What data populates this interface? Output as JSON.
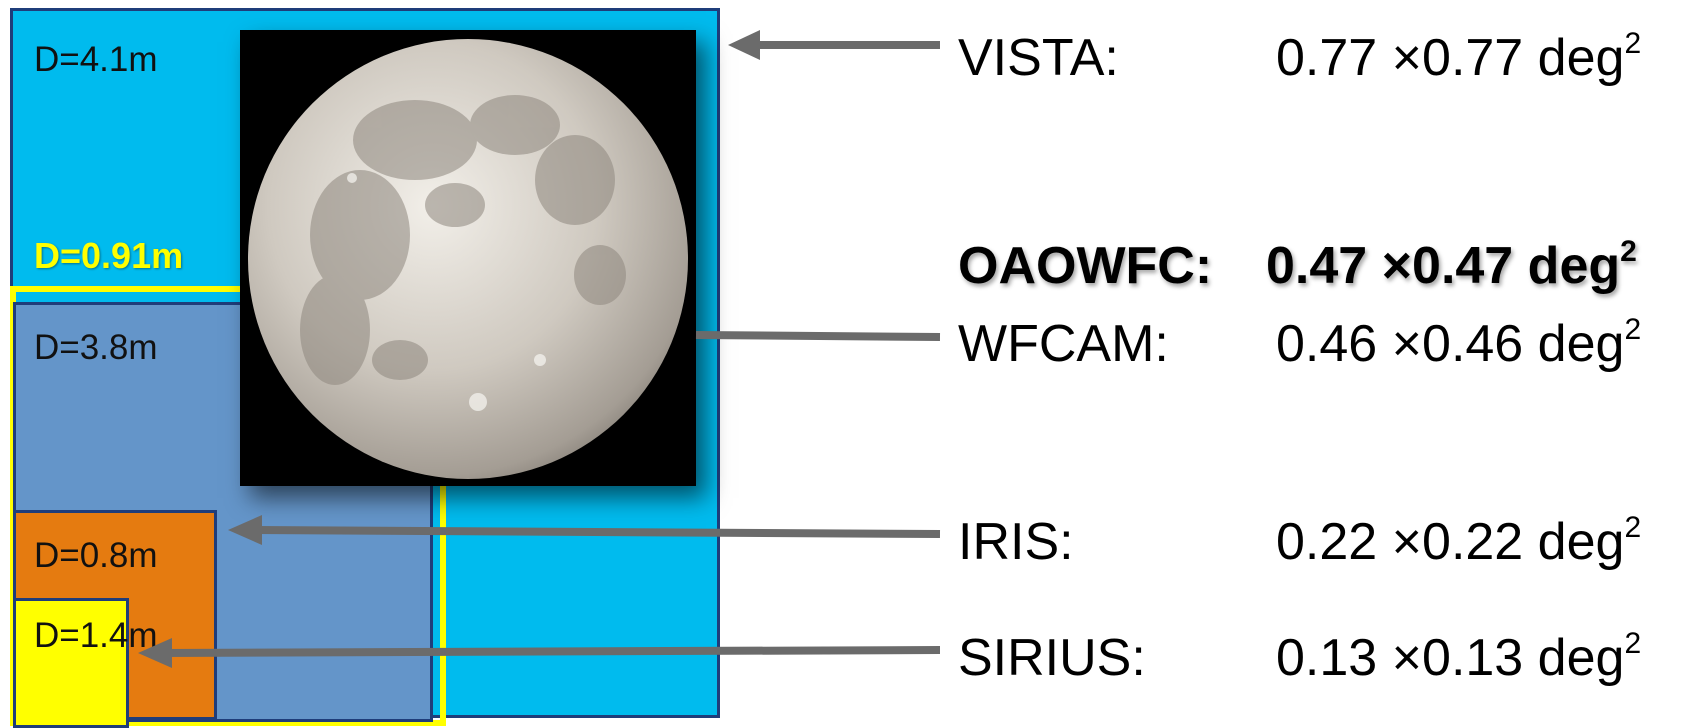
{
  "telescopes": [
    {
      "label": "D=4.1m"
    },
    {
      "label": "D=0.91m"
    },
    {
      "label": "D=3.8m"
    },
    {
      "label": "D=0.8m"
    },
    {
      "label": "D=1.4m"
    }
  ],
  "instruments": [
    {
      "name": "VISTA:",
      "fov": "0.77 ×0.77 deg",
      "unit_exp": "2"
    },
    {
      "name": "OAOWFC:",
      "fov": "0.47 ×0.47 deg",
      "unit_exp": "2"
    },
    {
      "name": "WFCAM:",
      "fov": "0.46 ×0.46 deg",
      "unit_exp": "2"
    },
    {
      "name": "IRIS:",
      "fov": "0.22 ×0.22 deg",
      "unit_exp": "2"
    },
    {
      "name": "SIRIUS:",
      "fov": "0.13 ×0.13 deg",
      "unit_exp": "2"
    }
  ],
  "colors": {
    "vista": "#00bbee",
    "oaowfc": "#ffff00",
    "wfcam": "#6495c9",
    "iris": "#e57b10",
    "sirius": "#ffff00",
    "arrow": "#6b6b6b"
  }
}
